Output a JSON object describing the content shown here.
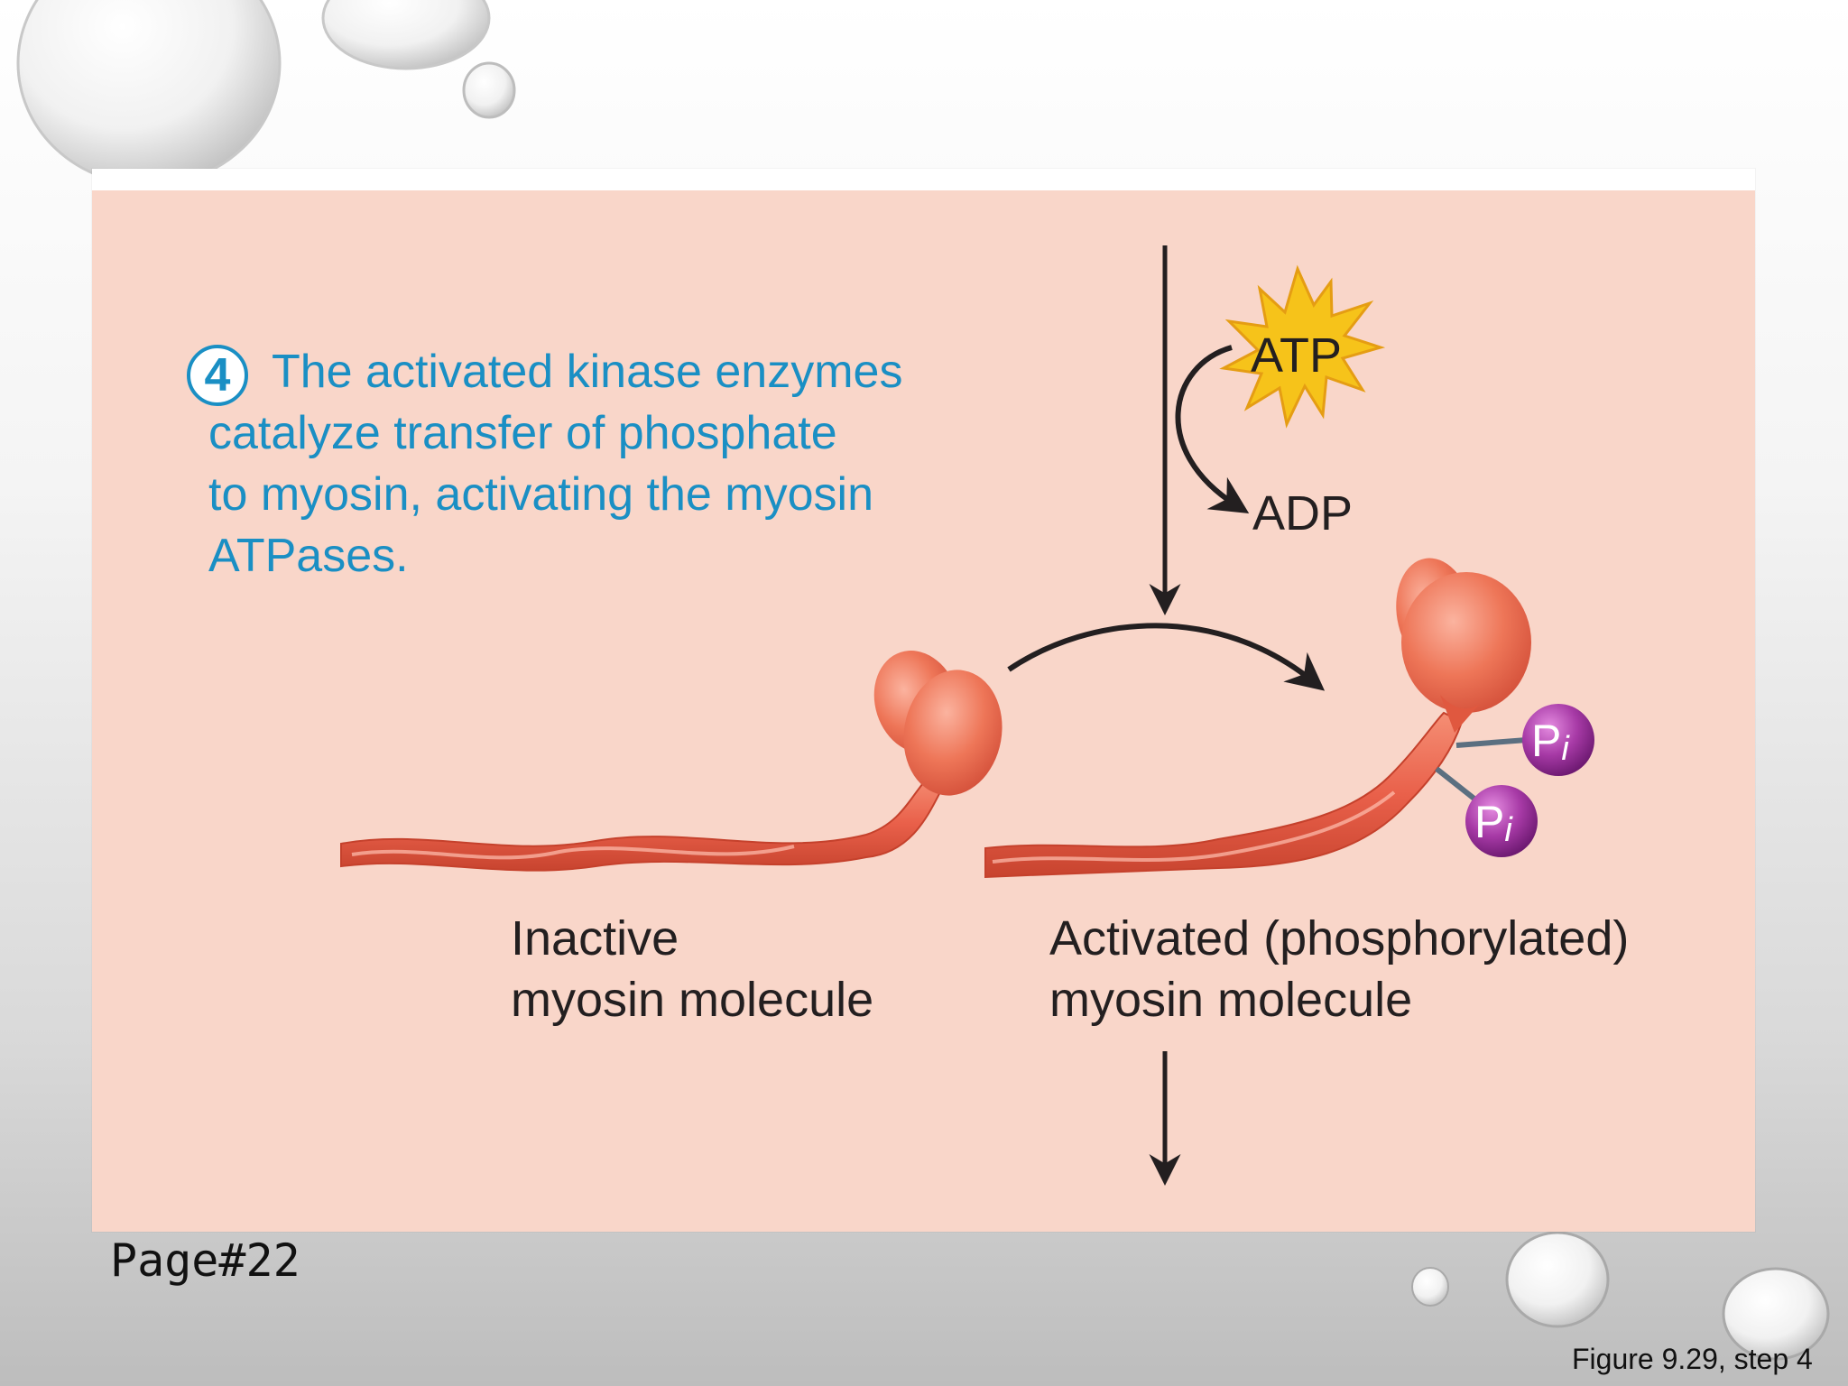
{
  "step": {
    "number": "4",
    "lines": [
      "The activated kinase enzymes",
      "catalyze transfer of phosphate",
      "to myosin, activating the myosin",
      "ATPases."
    ]
  },
  "diagram": {
    "atp_label": "ATP",
    "adp_label": "ADP",
    "phosphate_symbol": "P",
    "phosphate_subscript": "i",
    "inactive_label": [
      "Inactive",
      "myosin molecule"
    ],
    "active_label": [
      "Activated (phosphorylated)",
      "myosin molecule"
    ]
  },
  "footer": {
    "page": "Page#22",
    "figure": "Figure 9.29, step 4"
  },
  "colors": {
    "panel": "#f9d6c9",
    "step_text": "#1a8fc4",
    "atp_star": "#f6c31a",
    "myosin": "#ec6a50",
    "phosphate": "#9c2a9c",
    "arrow": "#231f20"
  }
}
